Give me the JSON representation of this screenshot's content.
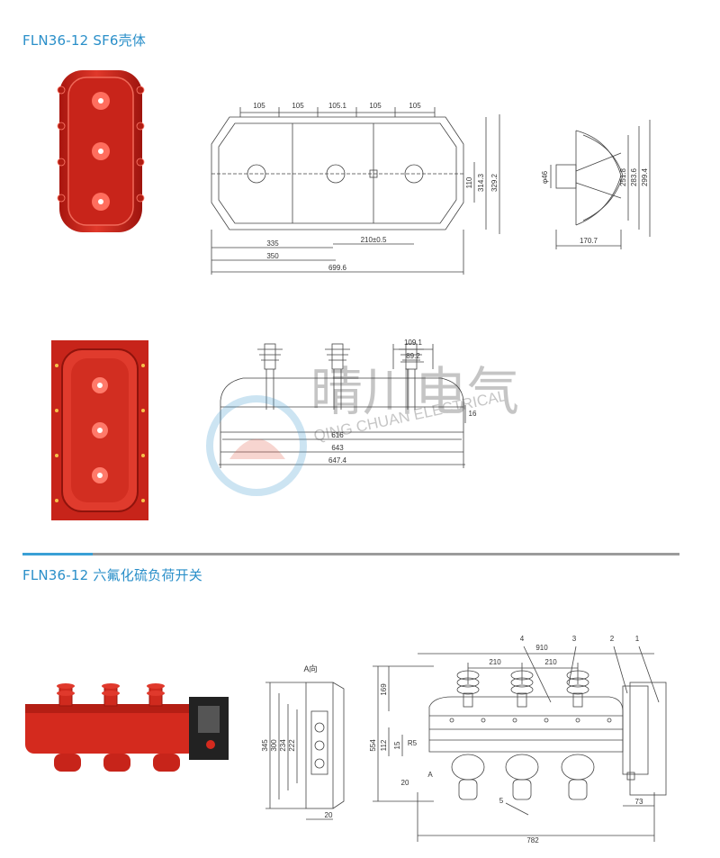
{
  "section1": {
    "title": "FLN36-12  SF6壳体",
    "top_view": {
      "dims_top": [
        "105",
        "105",
        "105.1",
        "105",
        "105"
      ],
      "dims_right": [
        "110",
        "314.3",
        "329.2"
      ],
      "dims_bottom": [
        "335",
        "210±0.5",
        "350",
        "699.6"
      ]
    },
    "side_view": {
      "dims_right": [
        "251.8",
        "283.6",
        "299.4"
      ],
      "dim_left": "φ46",
      "dim_bottom": "170.7"
    },
    "section_view": {
      "dims_top": [
        "109.1",
        "89.2"
      ],
      "dim_right": "16",
      "dims_bottom": [
        "616",
        "643",
        "647.4"
      ]
    }
  },
  "section2": {
    "title": "FLN36-12  六氟化硫负荷开关",
    "a_view": {
      "label": "A向",
      "dims_left": [
        "345",
        "300",
        "234",
        "222"
      ],
      "dim_bottom": "20"
    },
    "front_view": {
      "dims_top": [
        "910",
        "210",
        "210"
      ],
      "callouts": [
        "4",
        "3",
        "2",
        "1",
        "5"
      ],
      "dims_left": [
        "169",
        "554",
        "112",
        "15"
      ],
      "small_labels": [
        "R5",
        "20",
        "A"
      ],
      "dims_bottom": [
        "73",
        "782"
      ]
    }
  },
  "watermark": {
    "brand_cn": "晴川电气",
    "brand_en": "QING CHUAN ELECTRICAL"
  },
  "colors": {
    "title": "#2a8fc9",
    "housing_red": "#d42a1e",
    "divider_blue": "#3aa0d6",
    "divider_gray": "#9b9b9b"
  }
}
